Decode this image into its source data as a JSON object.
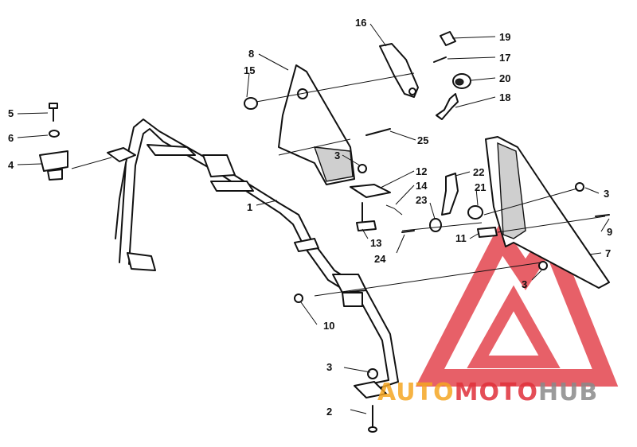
{
  "callouts": [
    {
      "id": "1",
      "label": "1"
    },
    {
      "id": "2",
      "label": "2"
    },
    {
      "id": "3a",
      "label": "3"
    },
    {
      "id": "3b",
      "label": "3"
    },
    {
      "id": "3c",
      "label": "3"
    },
    {
      "id": "3d",
      "label": "3"
    },
    {
      "id": "4",
      "label": "4"
    },
    {
      "id": "5",
      "label": "5"
    },
    {
      "id": "6",
      "label": "6"
    },
    {
      "id": "7",
      "label": "7"
    },
    {
      "id": "8",
      "label": "8"
    },
    {
      "id": "9",
      "label": "9"
    },
    {
      "id": "10",
      "label": "10"
    },
    {
      "id": "11",
      "label": "11"
    },
    {
      "id": "12",
      "label": "12"
    },
    {
      "id": "13",
      "label": "13"
    },
    {
      "id": "14",
      "label": "14"
    },
    {
      "id": "15",
      "label": "15"
    },
    {
      "id": "16",
      "label": "16"
    },
    {
      "id": "17",
      "label": "17"
    },
    {
      "id": "18",
      "label": "18"
    },
    {
      "id": "19",
      "label": "19"
    },
    {
      "id": "20",
      "label": "20"
    },
    {
      "id": "21",
      "label": "21"
    },
    {
      "id": "22",
      "label": "22"
    },
    {
      "id": "23",
      "label": "23"
    },
    {
      "id": "24",
      "label": "24"
    },
    {
      "id": "25",
      "label": "25"
    }
  ],
  "watermark": {
    "part1": "AUTO",
    "part2": "MOTO",
    "part3": "HUB",
    "color_orange": "#f5a623",
    "color_red": "#e0303a",
    "color_gray": "#8a8a8a"
  }
}
